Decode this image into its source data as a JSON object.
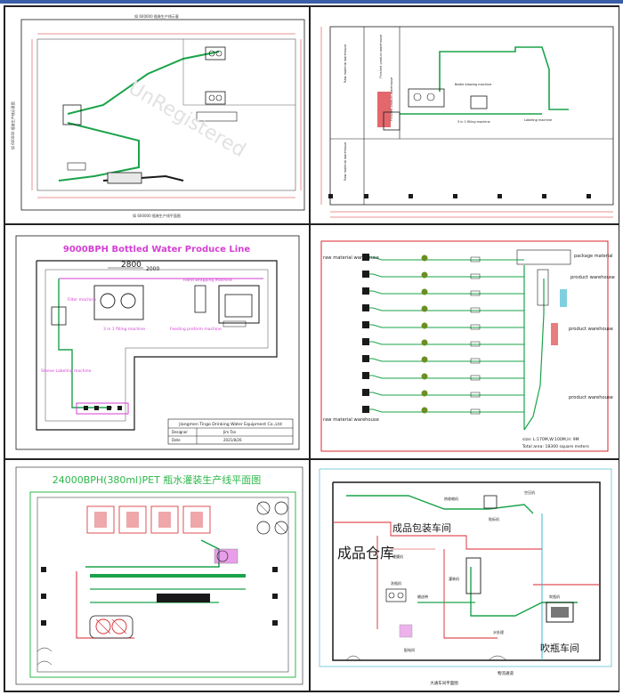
{
  "colors": {
    "line": "#1a1a1a",
    "conveyor": "#1aa34a",
    "green": "#2cb84a",
    "red": "#d8262c",
    "magenta": "#d43fd4",
    "cyan": "#2ab0c8",
    "olive": "#6b8e23",
    "accent": "#3a5ea8"
  },
  "panels": {
    "p1": {
      "top_note": "如 600000 瓶装生产线示意",
      "bottom_note": "如 600000 瓶装生产线平面图",
      "left_note": "如 600000 瓶装生产线示意图",
      "watermark": "UnRegistered"
    },
    "p2": {
      "labels": [
        "Raw material warehouse",
        "Finished product warehouse",
        "Finished product warehouse",
        "Raw material warehouse",
        "Bottle blowing machine",
        "3 in 1 filling machine",
        "Labeling machine"
      ]
    },
    "p3": {
      "title": "9000BPH Bottled Water Produce Line",
      "dim_a": "2800",
      "dim_b": "2000",
      "labels": {
        "filter": "Filter machine",
        "capper": "Hand wrapping machine",
        "filling": "3 in 1 filling machine",
        "feeding": "Feeding preform machine",
        "sleeve": "Sleeve Labeling machine"
      },
      "titleblock": {
        "company": "Jiangmen Tingo Drinking Water Equipment Co.,Ltd",
        "designer_label": "Designer",
        "designer": "Jim Tan",
        "date_label": "Date",
        "date": "2021/8/26"
      }
    },
    "p4": {
      "raw_top": "raw material warehouse",
      "raw_bottom": "raw material warehouse",
      "package": "package material",
      "product1": "product warehouse",
      "product2": "product warehouse",
      "product3": "product warehouse",
      "size": "size: L:170M,W:100M,H: 9M",
      "area": "Total area: 18300 square meters"
    },
    "p5": {
      "title": "24000BPH(380ml)PET 瓶水灌装生产线平面图"
    },
    "p6": {
      "big_warehouse": "成品仓库",
      "packing": "成品包装车间",
      "blowing": "吹瓶车间",
      "bottom_note": "大通车间平面图",
      "entrance": "物流通道",
      "labels": [
        "热收缩机",
        "贴标机",
        "灌装机",
        "吹瓶机",
        "洗瓶机",
        "输送带",
        "缠膜机",
        "水处理",
        "配电间",
        "空压机"
      ]
    }
  }
}
